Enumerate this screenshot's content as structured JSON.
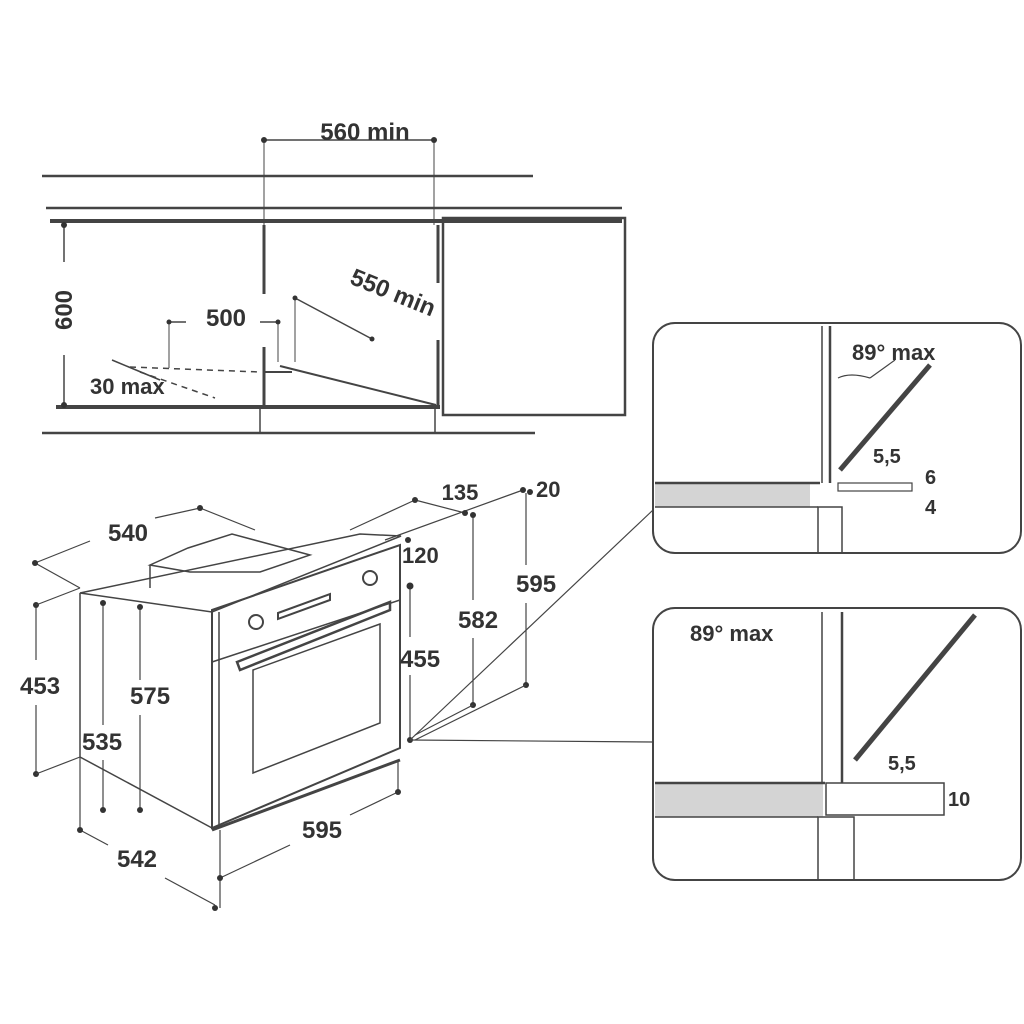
{
  "diagram": {
    "title": "Built-in oven installation dimensions",
    "colors": {
      "line": "#444444",
      "text": "#333333",
      "fill_gray": "#d4d4d4",
      "background": "#ffffff"
    }
  },
  "cabinet_view": {
    "labels": {
      "width_min": "560 min",
      "height": "600",
      "depth_min": "550 min",
      "opening": "500",
      "rear_gap": "30 max"
    }
  },
  "oven_view": {
    "labels": {
      "depth_top": "540",
      "depth_bottom": "542",
      "front_width": "595",
      "cable_offset": "135",
      "front_thickness": "20",
      "top_offset": "120",
      "total_height": "595",
      "body_height": "582",
      "door_height": "455",
      "side_height": "453",
      "body_depth_575": "575",
      "body_depth_535": "535"
    }
  },
  "detail_top": {
    "labels": {
      "angle": "89° max",
      "gap": "5,5",
      "d1": "6",
      "d2": "4"
    }
  },
  "detail_bottom": {
    "labels": {
      "angle": "89° max",
      "gap": "5,5",
      "d1": "10"
    }
  }
}
